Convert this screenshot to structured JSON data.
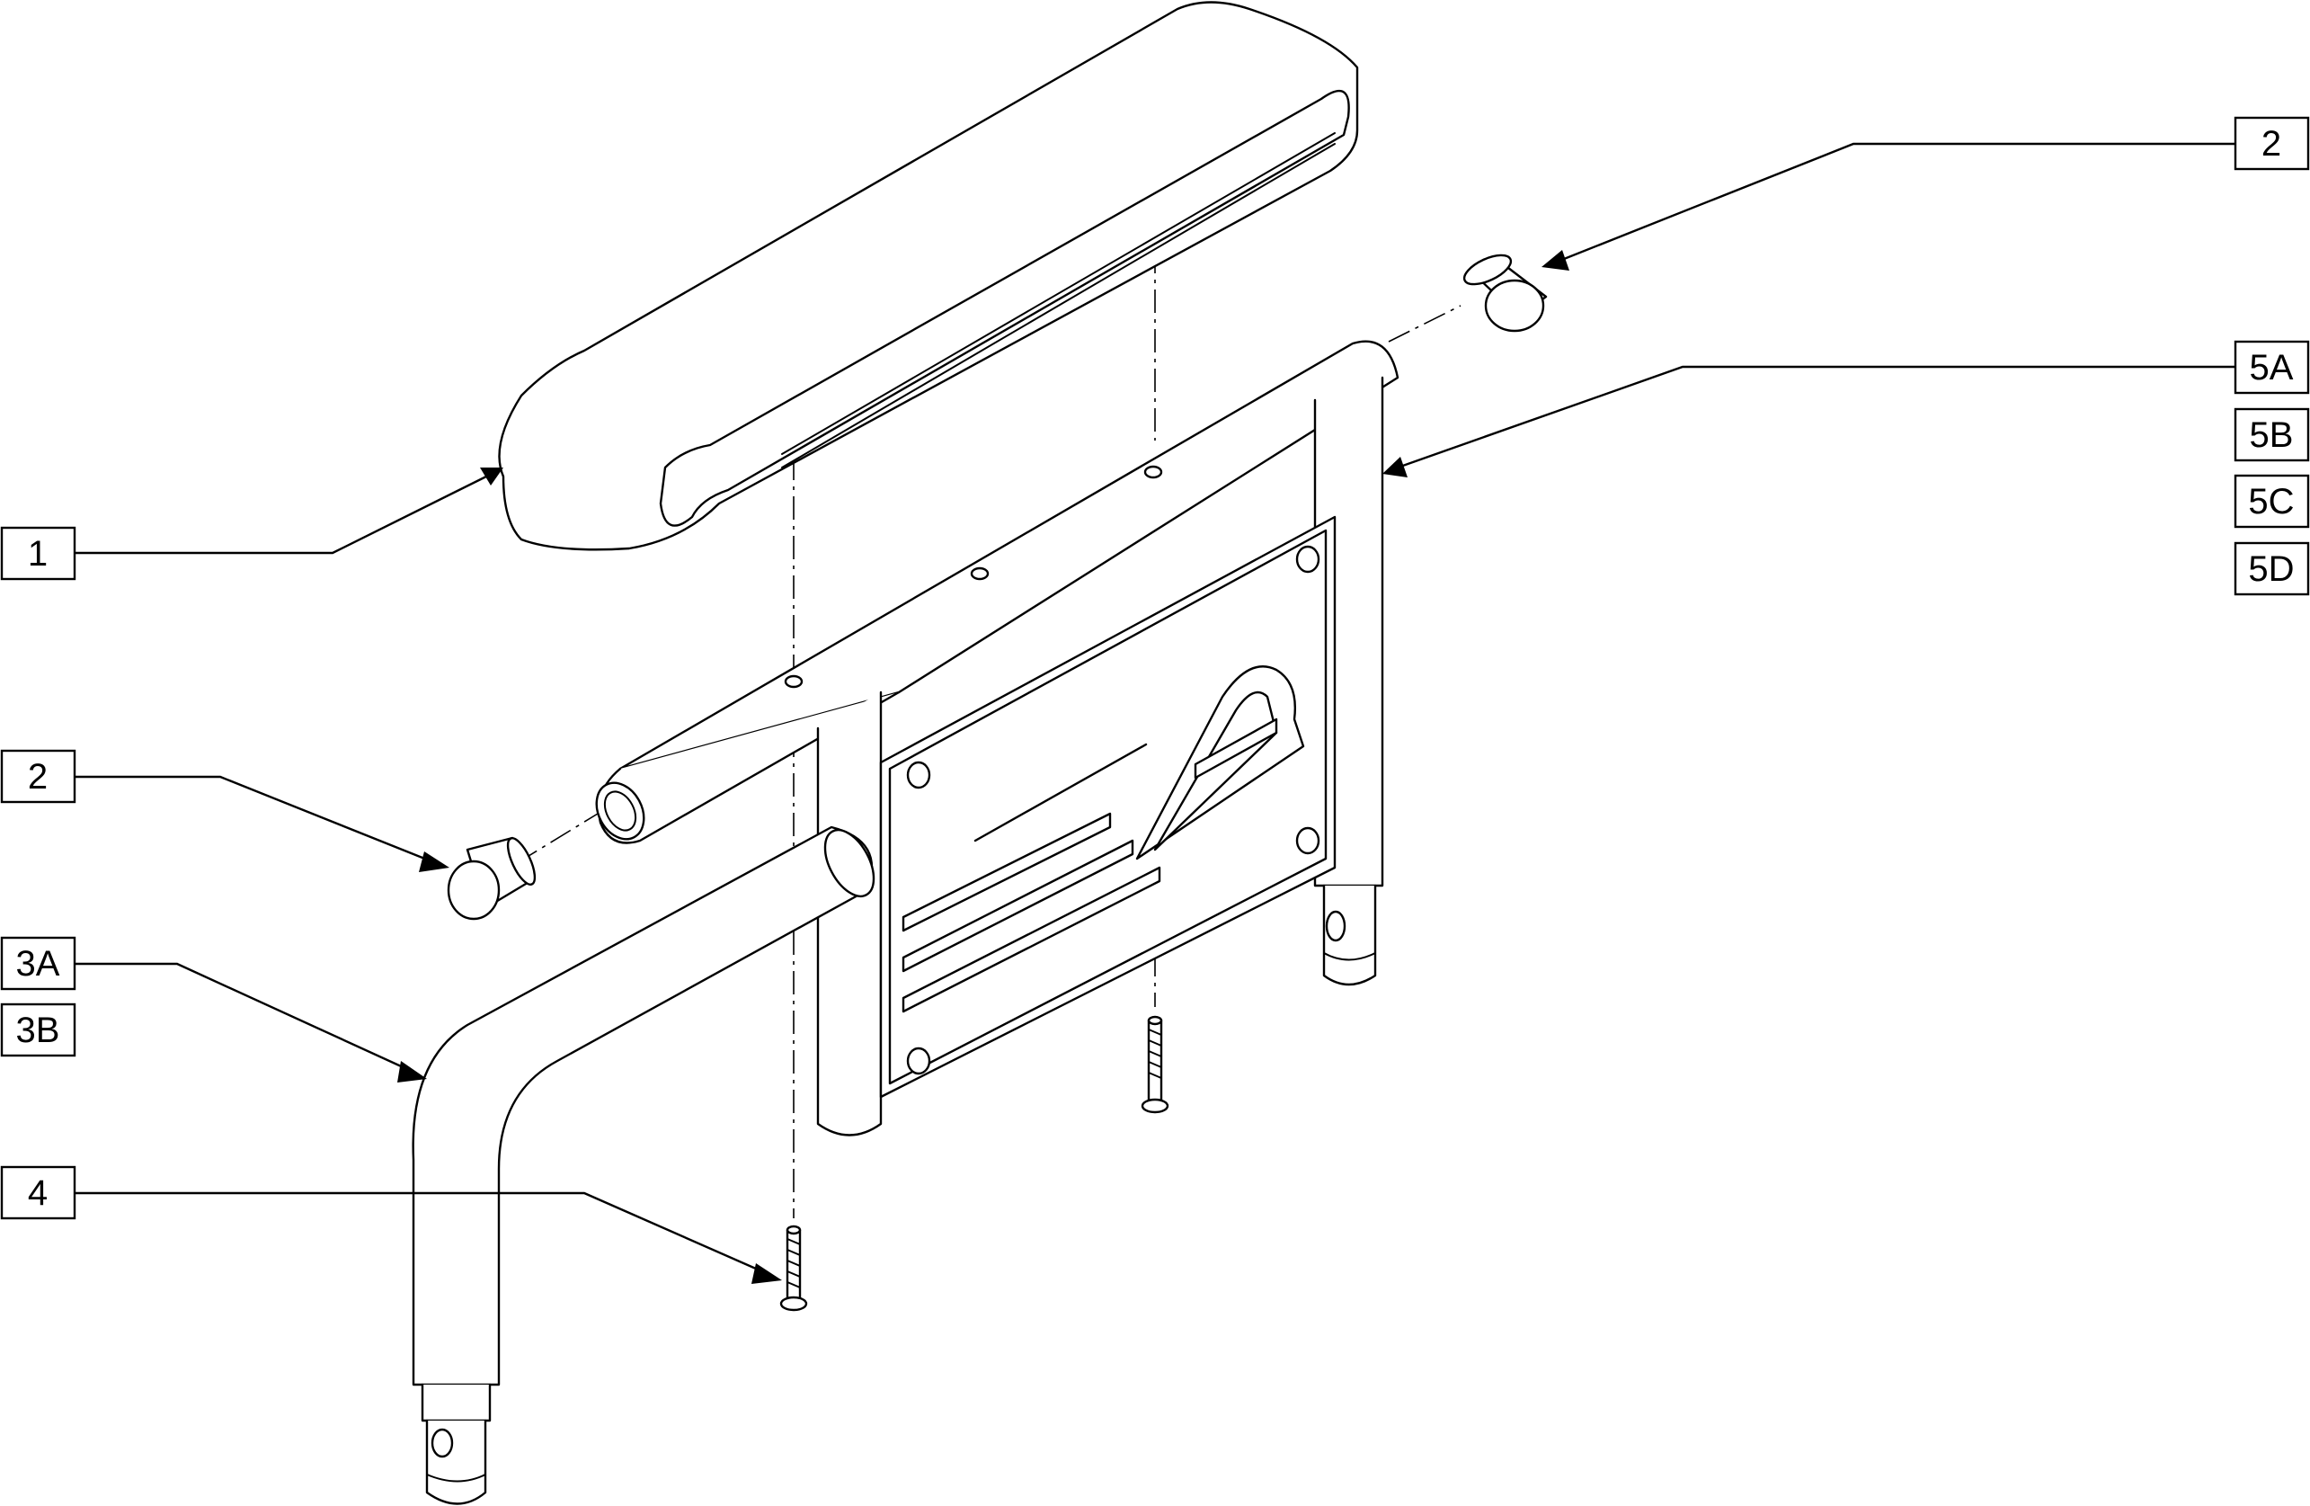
{
  "diagram": {
    "callouts": [
      {
        "id": "c1",
        "label": "1"
      },
      {
        "id": "c2l",
        "label": "2"
      },
      {
        "id": "c2r",
        "label": "2"
      },
      {
        "id": "c3a",
        "label": "3A"
      },
      {
        "id": "c3b",
        "label": "3B"
      },
      {
        "id": "c4",
        "label": "4"
      },
      {
        "id": "c5a",
        "label": "5A"
      },
      {
        "id": "c5b",
        "label": "5B"
      },
      {
        "id": "c5c",
        "label": "5C"
      },
      {
        "id": "c5d",
        "label": "5D"
      }
    ]
  }
}
